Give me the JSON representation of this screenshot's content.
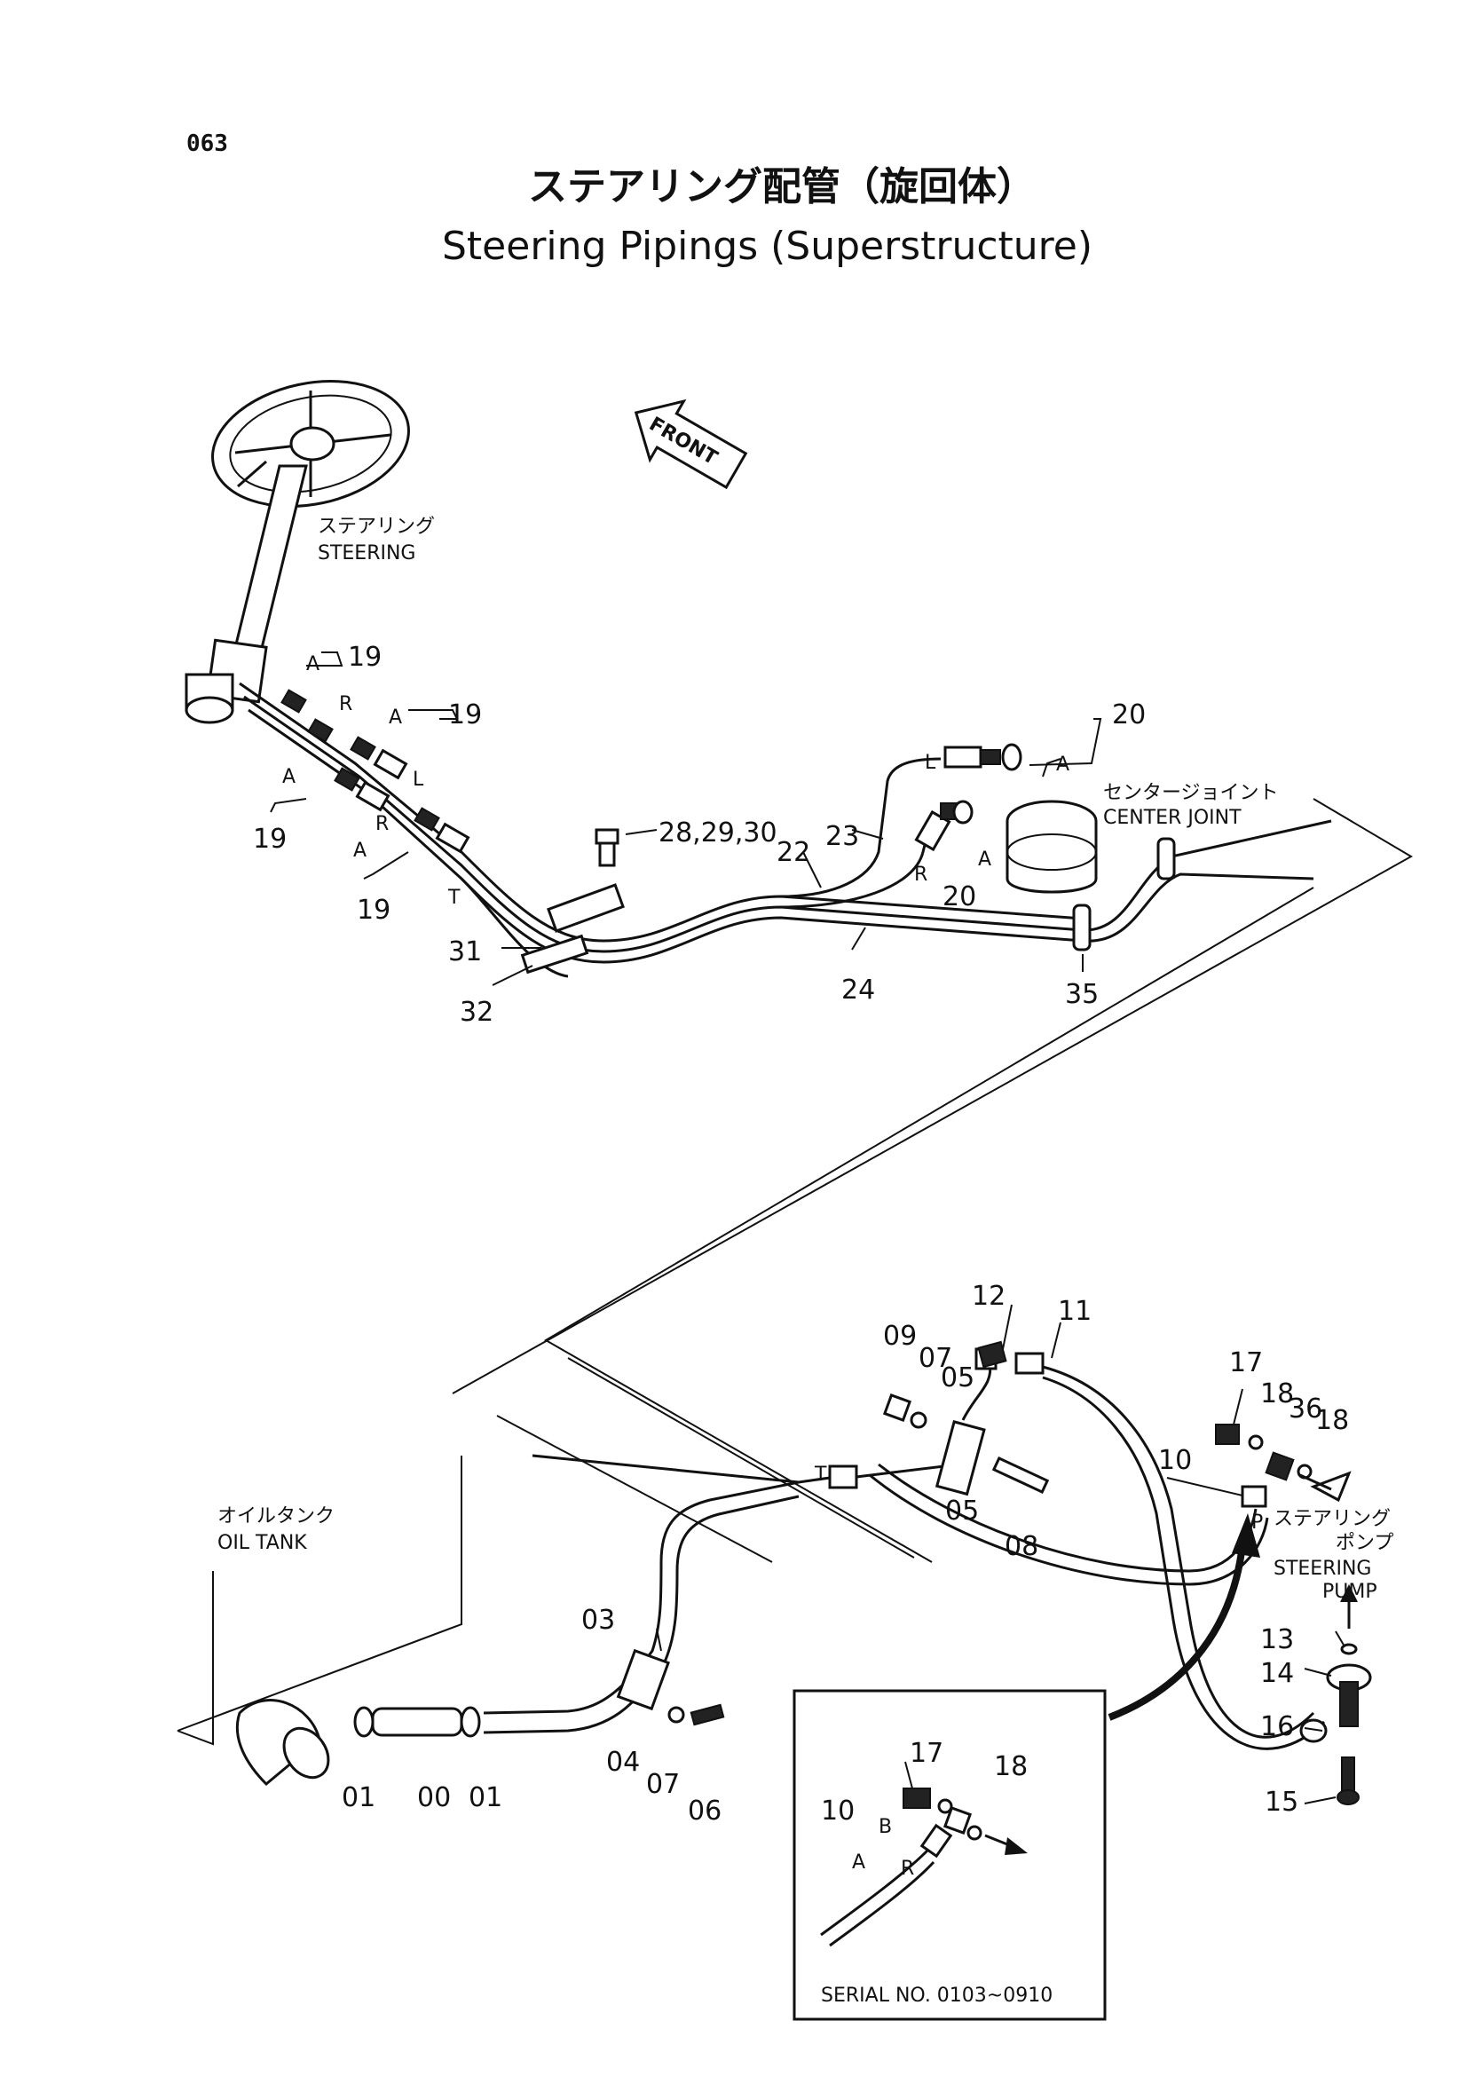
{
  "page_number": "063",
  "title_jp": "ステアリング配管（旋回体）",
  "title_en": "Steering Pipings (Superstructure)",
  "front_label": "FRONT",
  "components": {
    "steering_jp": "ステアリング",
    "steering_en": "STEERING",
    "center_joint_jp": "センタージョイント",
    "center_joint_en": "CENTER  JOINT",
    "oil_tank_jp": "オイルタンク",
    "oil_tank_en": "OIL  TANK",
    "steering_pump_jp1": "ステアリング",
    "steering_pump_jp2": "ポンプ",
    "steering_pump_en1": "STEERING",
    "steering_pump_en2": "PUMP"
  },
  "port_letters": {
    "a": "A",
    "r": "R",
    "l": "L",
    "t": "T",
    "p": "P",
    "b": "B"
  },
  "callouts": {
    "p00": "00",
    "p01": "01",
    "p03": "03",
    "p04": "04",
    "p05": "05",
    "p06": "06",
    "p07": "07",
    "p08": "08",
    "p09": "09",
    "p10": "10",
    "p11": "11",
    "p12": "12",
    "p13": "13",
    "p14": "14",
    "p15": "15",
    "p16": "16",
    "p17": "17",
    "p18": "18",
    "p19": "19",
    "p20": "20",
    "p22": "22",
    "p23": "23",
    "p24": "24",
    "p28_30": "28,29,30",
    "p31": "31",
    "p32": "32",
    "p35": "35",
    "p36": "36"
  },
  "inset": {
    "serial": "SERIAL NO. 0103~0910"
  }
}
